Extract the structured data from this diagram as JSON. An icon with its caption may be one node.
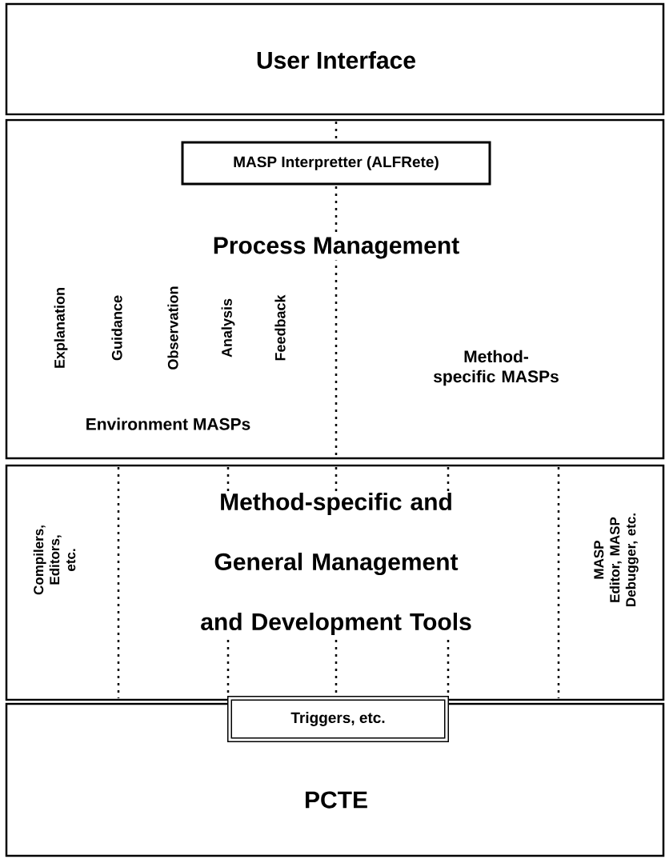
{
  "diagram": {
    "nodes": [
      {
        "text": [
          "User Interface"
        ]
      },
      {
        "text": [
          "Process Management"
        ]
      },
      {
        "text": [
          "MASP Interpretter (ALFRete)"
        ],
        "in": 1
      },
      {
        "text": [
          "Method-specific and General Management and Development Tools"
        ]
      },
      {
        "text": [
          "PCTE"
        ]
      },
      {
        "text": [
          "Triggers, etc."
        ],
        "in": 4
      }
    ],
    "edges": [],
    "labels": [
      "Explanation",
      "Guidance",
      "Observation",
      "Analysis",
      "Feedback",
      "Method-specific MASPs",
      "Environment MASPs",
      "Compilers, Editors, etc.",
      "MASP Editor, MASP Debugger, etc."
    ]
  }
}
